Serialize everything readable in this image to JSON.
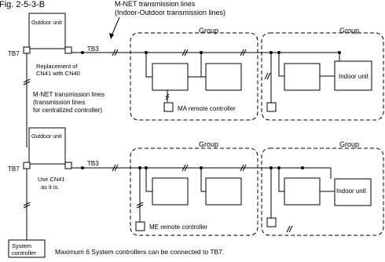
{
  "figure_label": "Fig. 2-5-3-B",
  "top_transmission_line": [
    "M-NET transmission lines",
    "(Indoor-Outdoor transmission lines)"
  ],
  "outdoor_unit_label": "Outdoor unit",
  "terminal_tb3": "TB3",
  "terminal_tb7": "TB7",
  "replacement_note": [
    "Replacement of",
    "CN41 with CN40"
  ],
  "central_transmission_line": [
    "M-NET transmission lines",
    "(transmission lines",
    "for centralized controller)"
  ],
  "use_cn41_note": [
    "Use CN41",
    "as it is."
  ],
  "group_label": "Group",
  "indoor_unit_label": "Indoor unit",
  "ma_remote_label": "MA remote controller",
  "me_remote_label": "ME remote controller",
  "system_controller_label": [
    "System",
    "controller"
  ],
  "footnote": "Maximum 6 System controllers can be connected to TB7."
}
